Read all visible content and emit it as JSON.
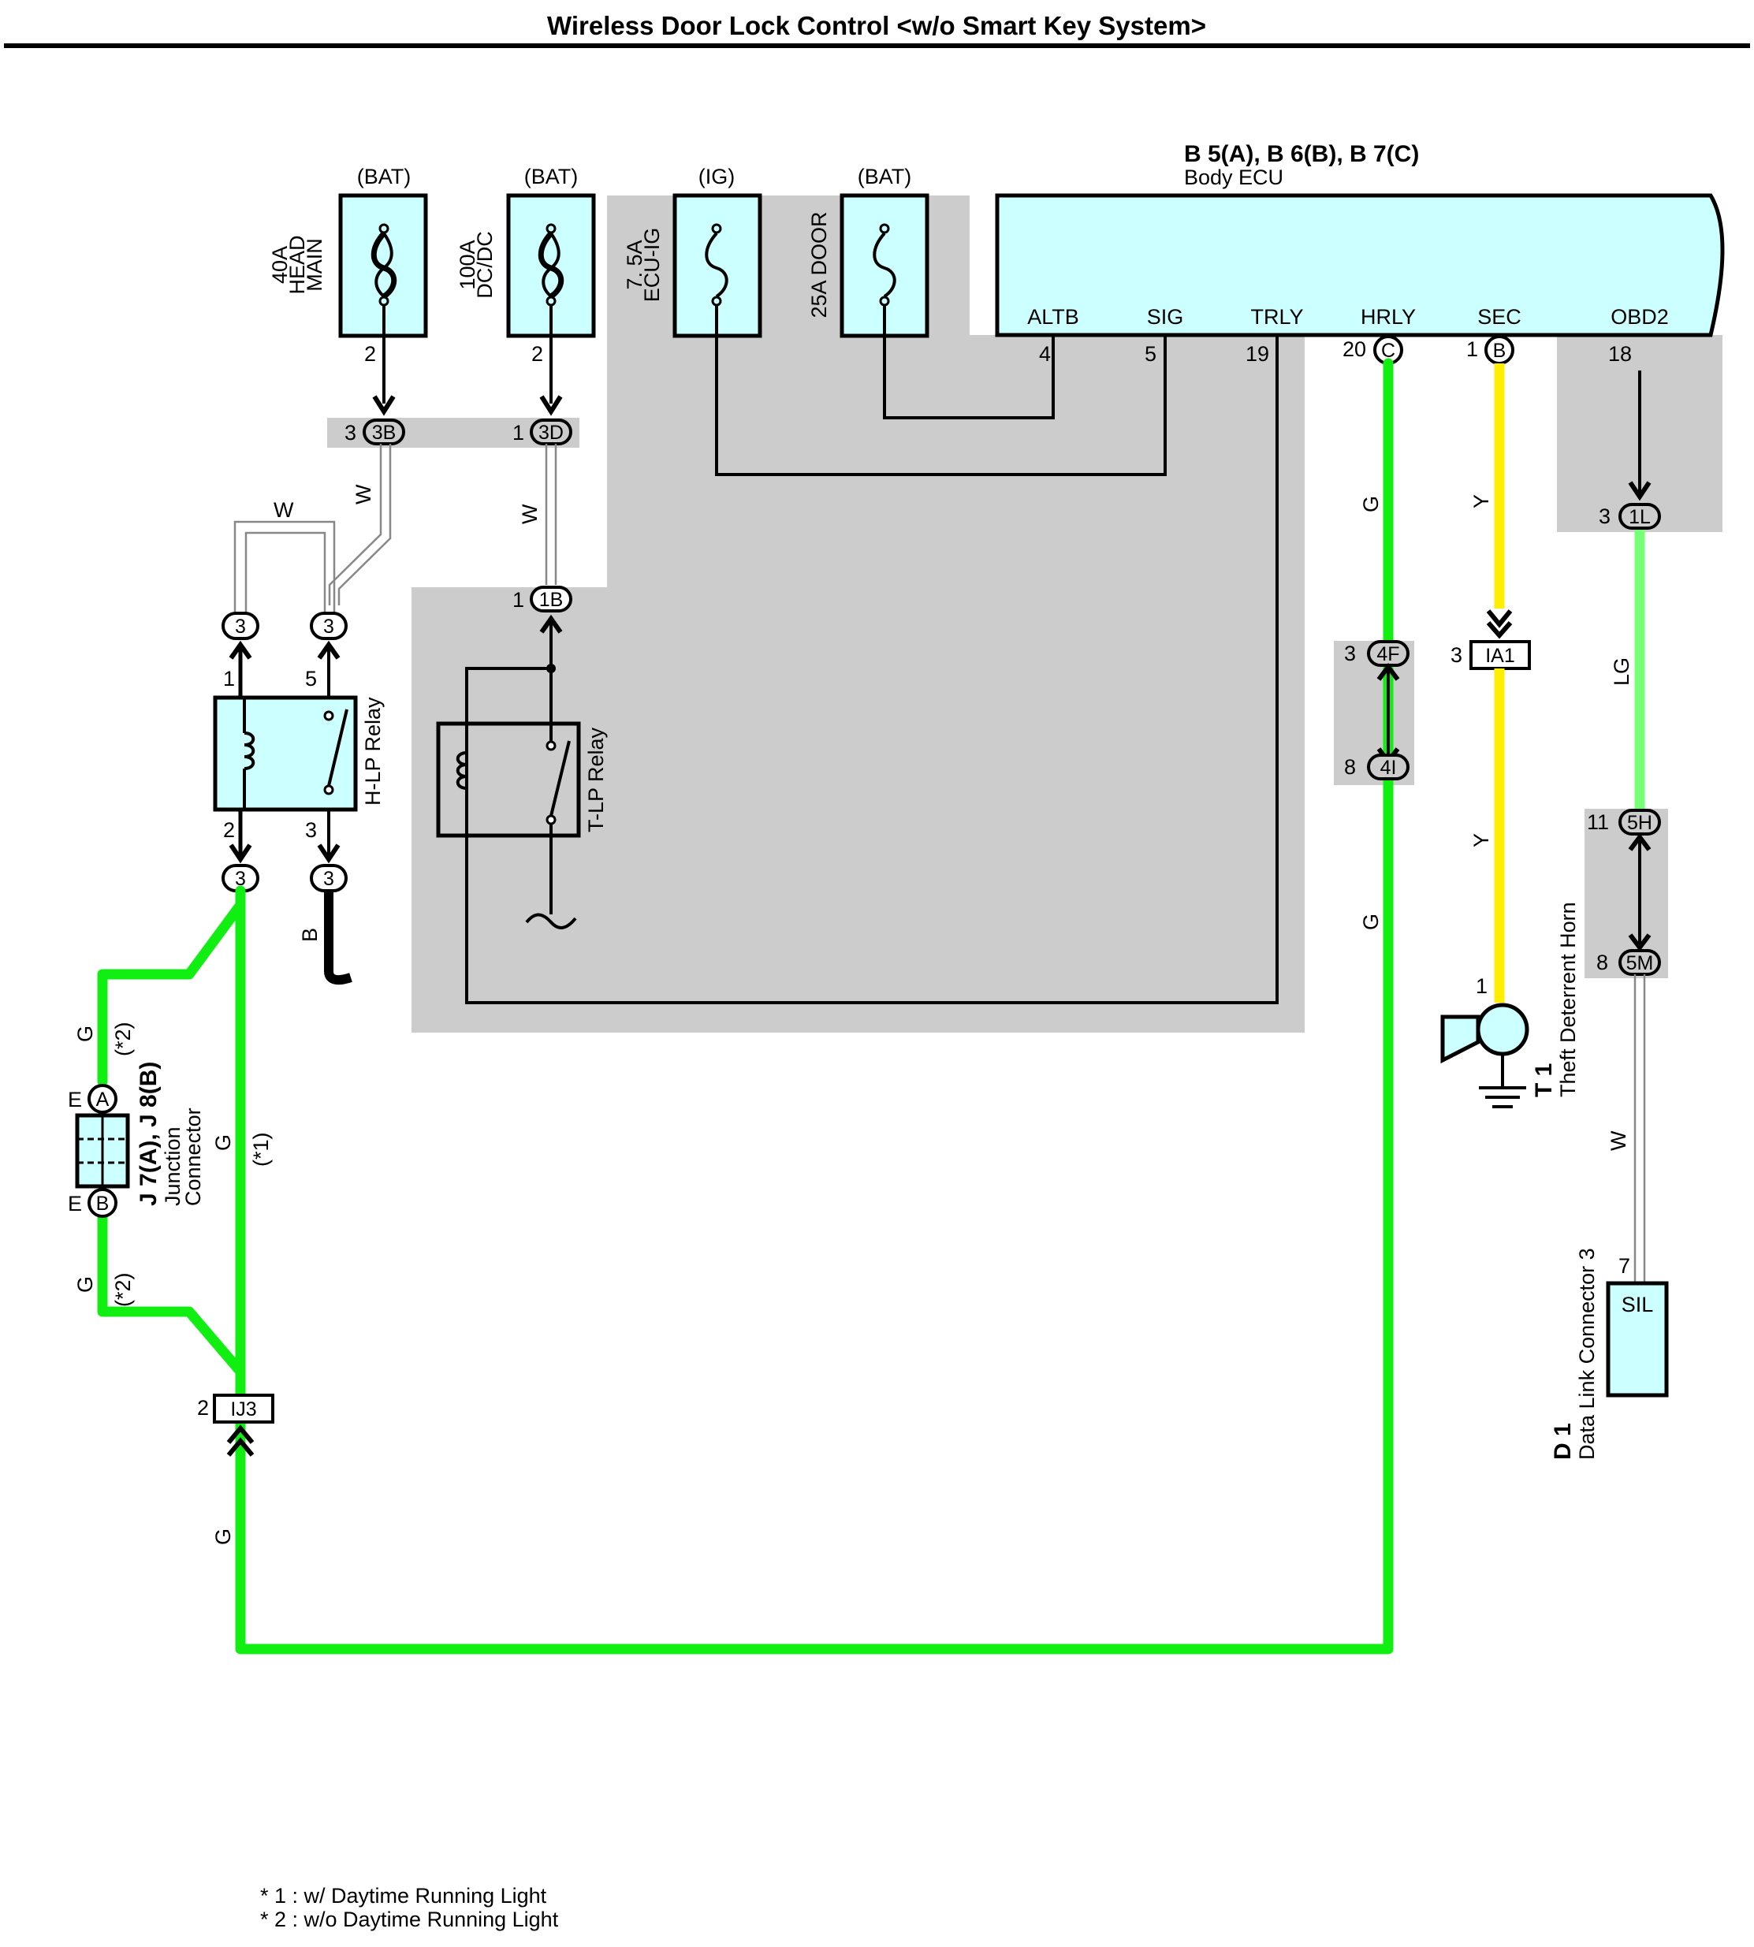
{
  "title": "Wireless Door Lock Control <w/o Smart Key System>",
  "ecu": {
    "code": "B 5(A), B 6(B), B 7(C)",
    "name": "Body ECU",
    "terminals": [
      "ALTB",
      "SIG",
      "TRLY",
      "HRLY",
      "SEC",
      "OBD2"
    ],
    "pins": {
      "altb": "4",
      "sig": "5",
      "trly": "19",
      "hrly": "20",
      "hrly_conn": "C",
      "sec": "1",
      "sec_conn": "B",
      "obd2": "18"
    }
  },
  "fuses": [
    {
      "supply": "(BAT)",
      "label1": "40A",
      "label2": "HEAD",
      "label3": "MAIN",
      "pin": "2"
    },
    {
      "supply": "(BAT)",
      "label1": "100A",
      "label2": "DC/DC",
      "label3": "",
      "pin": "2"
    },
    {
      "supply": "(IG)",
      "label1": "7. 5A",
      "label2": "ECU-IG",
      "label3": ""
    },
    {
      "supply": "(BAT)",
      "label1": "25A DOOR",
      "label2": "",
      "label3": ""
    }
  ],
  "connectors": {
    "c3b": {
      "pin": "3",
      "id": "3B"
    },
    "c3d": {
      "pin": "1",
      "id": "3D"
    },
    "c1b": {
      "pin": "1",
      "id": "1B"
    },
    "c1l": {
      "pin": "3",
      "id": "1L"
    },
    "c4f": {
      "pin": "3",
      "id": "4F"
    },
    "c4i": {
      "pin": "8",
      "id": "4I"
    },
    "cia1": {
      "pin": "3",
      "id": "IA1"
    },
    "c5h": {
      "pin": "11",
      "id": "5H"
    },
    "c5m": {
      "pin": "8",
      "id": "5M"
    },
    "cij3": {
      "pin": "2",
      "id": "IJ3"
    },
    "relay_socket": "3"
  },
  "hlp_relay": {
    "name": "H-LP Relay",
    "pin_tl": "1",
    "pin_tr": "5",
    "pin_bl": "2",
    "pin_br": "3"
  },
  "tlp_relay": {
    "name": "T-LP Relay"
  },
  "wires": {
    "w": "W",
    "g": "G",
    "y": "Y",
    "lg": "LG",
    "b": "B"
  },
  "junction": {
    "code": "J 7(A), J 8(B)",
    "name1": "Junction",
    "name2": "Connector",
    "a": "A",
    "b": "B",
    "e": "E"
  },
  "horn": {
    "code": "T 1",
    "name": "Theft Deterrent Horn",
    "pin": "1"
  },
  "dlc": {
    "code": "D 1",
    "name": "Data Link Connector 3",
    "label": "SIL",
    "pin": "7"
  },
  "notes": {
    "n1": "(*1)",
    "n2": "(*2)",
    "fn1": "* 1 : w/ Daytime Running Light",
    "fn2": "* 2 : w/o Daytime Running Light"
  }
}
